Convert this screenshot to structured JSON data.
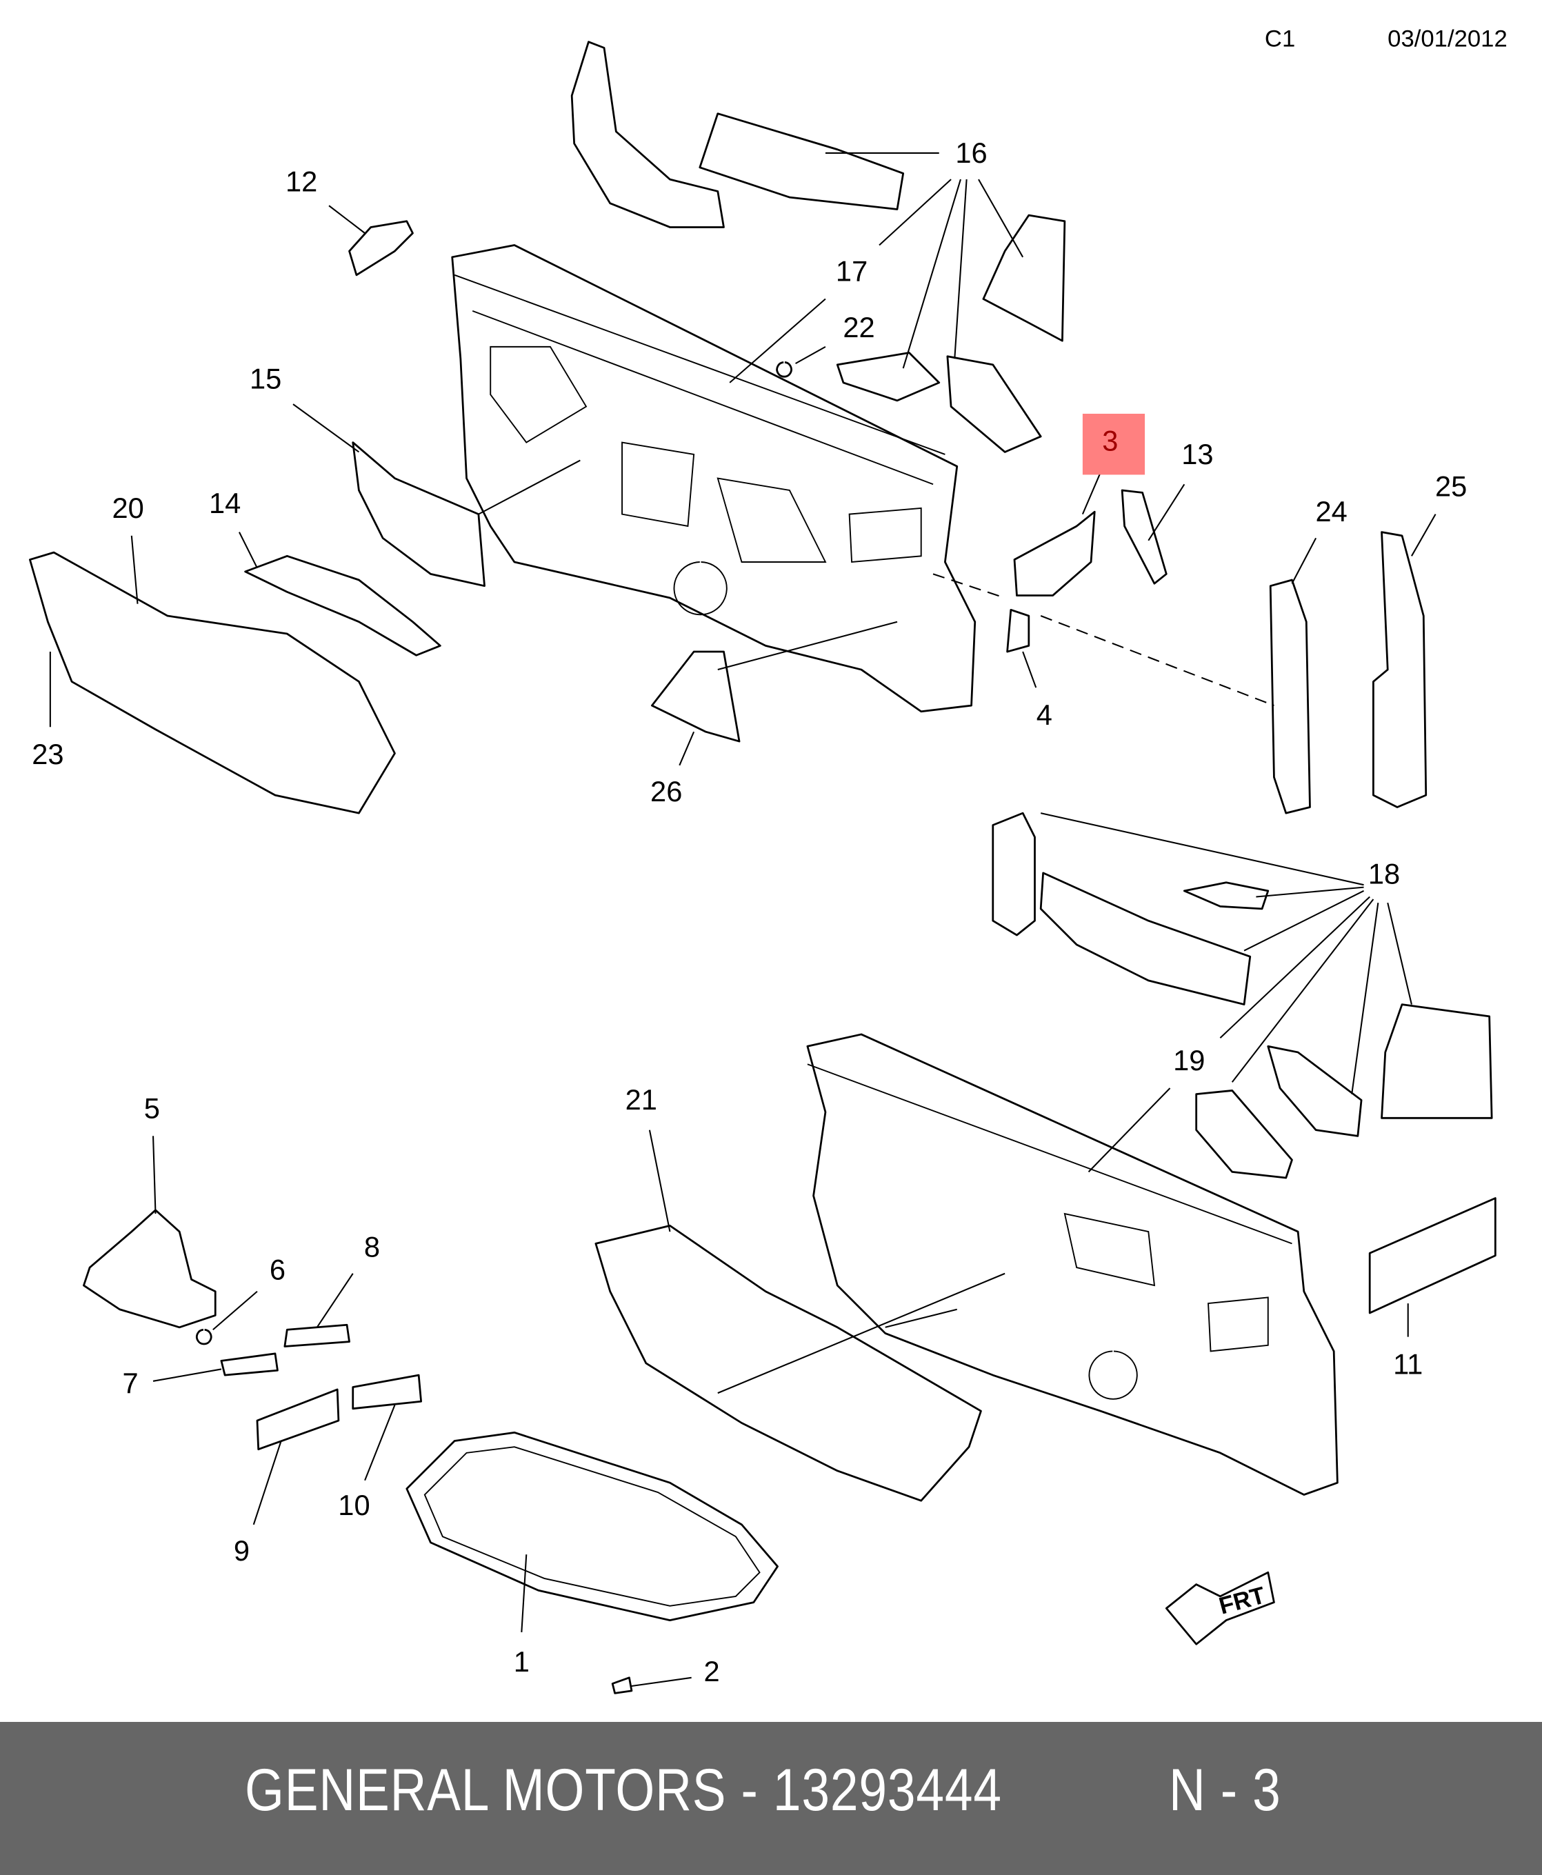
{
  "header": {
    "code": "C1",
    "date": "03/01/2012"
  },
  "highlight": {
    "part": "3",
    "color": "#ff8080",
    "text_color": "#a00000"
  },
  "callouts": {
    "p1": "1",
    "p2": "2",
    "p3": "3",
    "p4": "4",
    "p5": "5",
    "p6": "6",
    "p7": "7",
    "p8": "8",
    "p9": "9",
    "p10": "10",
    "p11": "11",
    "p12": "12",
    "p13": "13",
    "p14": "14",
    "p15": "15",
    "p16": "16",
    "p17": "17",
    "p18": "18",
    "p19": "19",
    "p20": "20",
    "p21": "21",
    "p22": "22",
    "p23": "23",
    "p24": "24",
    "p25": "25",
    "p26": "26"
  },
  "front_indicator": "FRT",
  "footer": {
    "brand_part": "GENERAL MOTORS - 13293444",
    "ref": "N - 3",
    "bg_color": "#666666"
  }
}
